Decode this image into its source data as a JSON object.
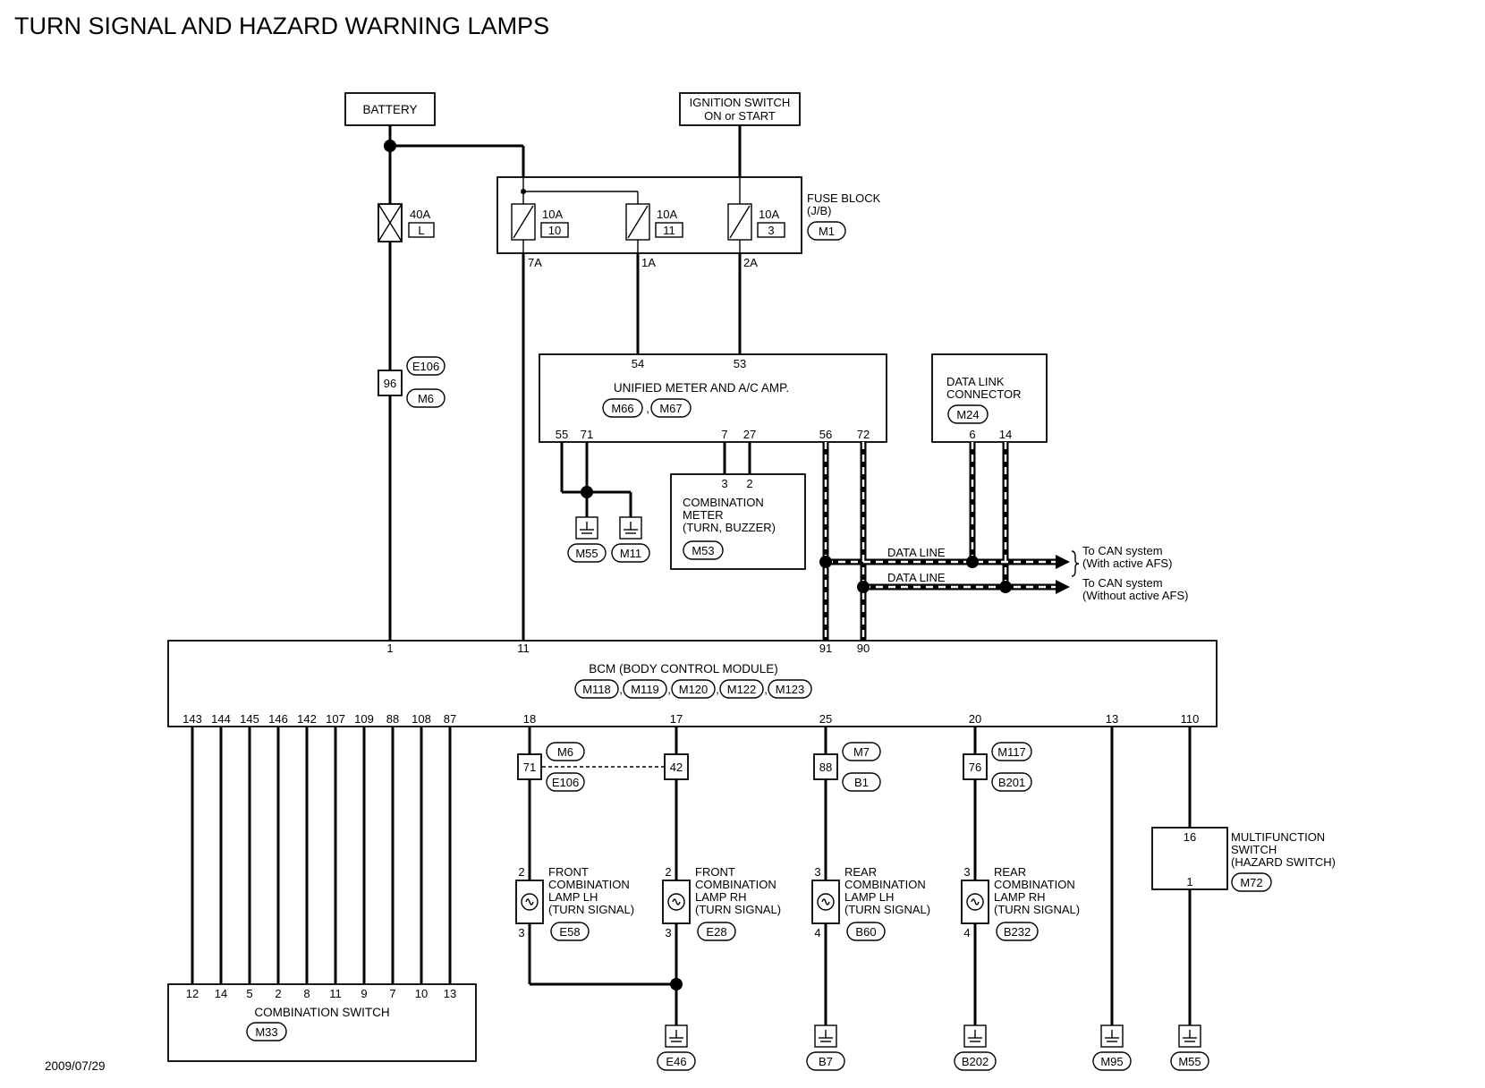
{
  "title": "TURN SIGNAL AND HAZARD WARNING LAMPS",
  "date": "2009/07/29",
  "battery": "BATTERY",
  "ignition": [
    "IGNITION SWITCH",
    "ON or START"
  ],
  "fusible_link": {
    "amp": "40A",
    "code": "L"
  },
  "fuse_block": {
    "name": [
      "FUSE BLOCK",
      "(J/B)"
    ],
    "connector": "M1",
    "fuses": [
      {
        "amp": "10A",
        "num": "10",
        "terminal": "7A"
      },
      {
        "amp": "10A",
        "num": "11",
        "terminal": "1A"
      },
      {
        "amp": "10A",
        "num": "3",
        "terminal": "2A"
      }
    ]
  },
  "joint_96": {
    "pin": "96",
    "c1": "E106",
    "c2": "M6"
  },
  "unified_meter": {
    "name": "UNIFIED METER AND A/C AMP.",
    "c1": "M66",
    "c2": "M67",
    "top_pins": [
      "54",
      "53"
    ],
    "bottom_pins": [
      "55",
      "71",
      "7",
      "27",
      "56",
      "72"
    ]
  },
  "grounds_top": [
    "M55",
    "M11"
  ],
  "combination_meter": {
    "name": [
      "COMBINATION",
      "METER",
      "(TURN, BUZZER)"
    ],
    "connector": "M53",
    "pins": [
      "3",
      "2"
    ]
  },
  "data_link": {
    "name": [
      "DATA LINK",
      "CONNECTOR"
    ],
    "connector": "M24",
    "pins": [
      "6",
      "14"
    ]
  },
  "data_line_label": "DATA LINE",
  "can_notes": [
    [
      "To CAN system",
      "(With active AFS)"
    ],
    [
      "To CAN system",
      "(Without active AFS)"
    ]
  ],
  "bcm": {
    "name": "BCM (BODY CONTROL MODULE)",
    "connectors": [
      "M118",
      "M119",
      "M120",
      "M122",
      "M123"
    ],
    "top_pins": [
      "1",
      "11",
      "91",
      "90"
    ],
    "bottom_pins_left": [
      "143",
      "144",
      "145",
      "146",
      "142",
      "107",
      "109",
      "88",
      "108",
      "87"
    ],
    "bottom_pins_right": [
      "18",
      "17",
      "25",
      "20",
      "13",
      "110"
    ]
  },
  "combination_switch": {
    "name": "COMBINATION SWITCH",
    "connector": "M33",
    "pins": [
      "12",
      "14",
      "5",
      "2",
      "8",
      "11",
      "9",
      "7",
      "10",
      "13"
    ]
  },
  "joints_bottom": [
    {
      "pin": "71",
      "c1": "M6",
      "c2": "E106"
    },
    {
      "pin": "42"
    },
    {
      "pin": "88",
      "c1": "M7",
      "c2": "B1"
    },
    {
      "pin": "76",
      "c1": "M117",
      "c2": "B201"
    }
  ],
  "lamps": [
    {
      "name": [
        "FRONT",
        "COMBINATION",
        "LAMP LH",
        "(TURN SIGNAL)"
      ],
      "connector": "E58",
      "pin_top": "2",
      "pin_bottom": "3"
    },
    {
      "name": [
        "FRONT",
        "COMBINATION",
        "LAMP RH",
        "(TURN SIGNAL)"
      ],
      "connector": "E28",
      "pin_top": "2",
      "pin_bottom": "3"
    },
    {
      "name": [
        "REAR",
        "COMBINATION",
        "LAMP LH",
        "(TURN SIGNAL)"
      ],
      "connector": "B60",
      "pin_top": "3",
      "pin_bottom": "4"
    },
    {
      "name": [
        "REAR",
        "COMBINATION",
        "LAMP RH",
        "(TURN SIGNAL)"
      ],
      "connector": "B232",
      "pin_top": "3",
      "pin_bottom": "4"
    }
  ],
  "multifunction_switch": {
    "name": [
      "MULTIFUNCTION",
      "SWITCH",
      "(HAZARD SWITCH)"
    ],
    "connector": "M72",
    "pins": [
      "16",
      "1"
    ]
  },
  "grounds_bottom": [
    "E46",
    "B7",
    "B202",
    "M95",
    "M55"
  ]
}
